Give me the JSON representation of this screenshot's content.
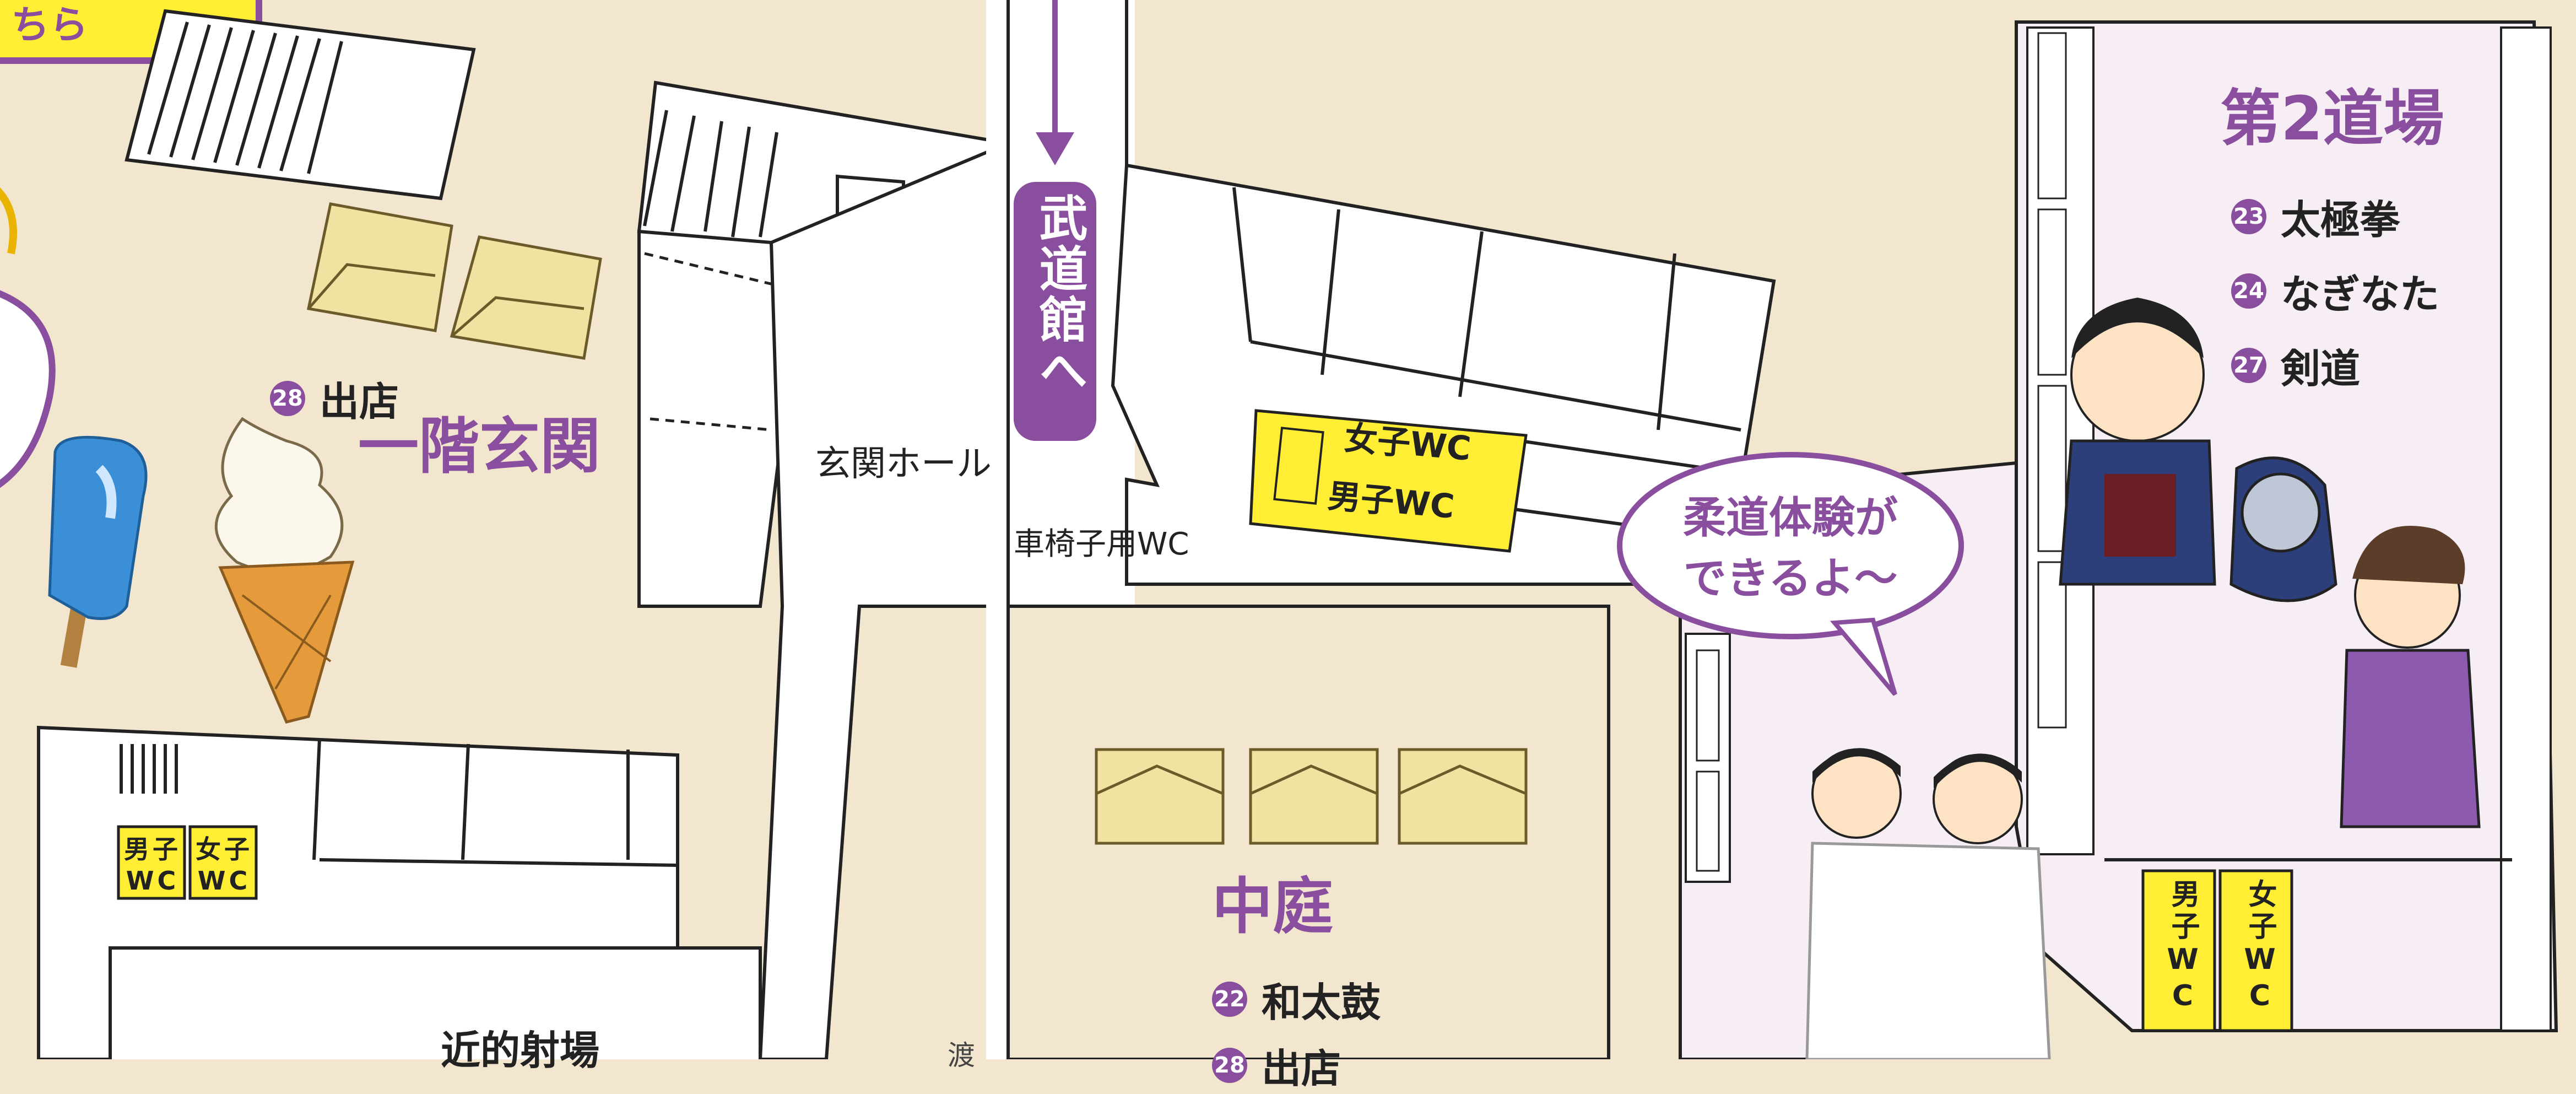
{
  "colors": {
    "background": "#f3e6cf",
    "accent_purple": "#8a4e9e",
    "wc_yellow": "#ffee33",
    "stall_yellow": "#f0e2a0",
    "dojo_pink": "#f6eef4"
  },
  "map": {
    "corner_label": "ちら",
    "entrance": {
      "title": "一階玄関",
      "event": {
        "number": "28",
        "name": "出店"
      }
    },
    "hall": {
      "name": "玄関ホール"
    },
    "budokan_sign": "武道館へ",
    "wc_center": {
      "female": "女子WC",
      "male": "男子WC",
      "wheelchair": "車椅子用WC"
    },
    "wc_left": {
      "male": "男子WC",
      "female": "女子WC"
    },
    "courtyard": {
      "title": "中庭",
      "events": [
        {
          "number": "22",
          "name": "和太鼓"
        },
        {
          "number": "28",
          "name": "出店"
        }
      ]
    },
    "dojo2": {
      "title": "第2道場",
      "events": [
        {
          "number": "23",
          "name": "太極拳"
        },
        {
          "number": "24",
          "name": "なぎなた"
        },
        {
          "number": "27",
          "name": "剣道"
        }
      ]
    },
    "judo_bubble": [
      "柔道体験が",
      "できるよ〜"
    ],
    "wc_right": {
      "male": "男子WC",
      "female": "女子WC"
    },
    "archery": "近的射場",
    "bottom_mid": "渡"
  },
  "icons": [
    "ice-pop-icon",
    "soft-serve-icon",
    "kendo-mask-icon",
    "judo-kids-illustration",
    "kendo-boy-illustration",
    "taichi-woman-illustration",
    "arrow-down-icon"
  ]
}
